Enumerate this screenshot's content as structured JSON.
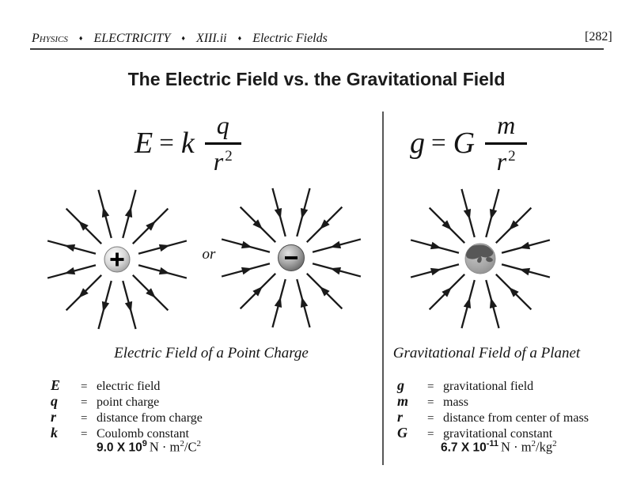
{
  "header": {
    "crumbs": [
      {
        "label": "Physics"
      },
      {
        "label": "ELECTRICITY"
      },
      {
        "label": "XIII.ii"
      },
      {
        "label": "Electric Fields"
      }
    ],
    "separator": "♦",
    "page_number": "[282]"
  },
  "title": "The Electric Field vs. the Gravitational Field",
  "electric": {
    "formula": {
      "lhs": "E",
      "equals": "=",
      "constant": "k",
      "numerator": "q",
      "denominator": "r",
      "exponent": "2"
    },
    "or_label": "or",
    "caption": "Electric Field of a Point Charge",
    "definitions": [
      {
        "symbol": "E",
        "eq": "=",
        "desc": "electric field"
      },
      {
        "symbol": "q",
        "eq": "=",
        "desc": "point charge"
      },
      {
        "symbol": "r",
        "eq": "=",
        "desc": "distance from charge"
      },
      {
        "symbol": "k",
        "eq": "=",
        "desc": "Coulomb constant"
      }
    ],
    "value": {
      "mantissa": "9.0 X 10",
      "exponent": "9",
      "unit_a": "N · m",
      "unit_a_sup": "2",
      "unit_b": "/C",
      "unit_b_sup": "2"
    }
  },
  "gravity": {
    "formula": {
      "lhs": "g",
      "equals": "=",
      "constant": "G",
      "numerator": "m",
      "denominator": "r",
      "exponent": "2"
    },
    "caption": "Gravitational Field of a Planet",
    "definitions": [
      {
        "symbol": "g",
        "eq": "=",
        "desc": "gravitational field"
      },
      {
        "symbol": "m",
        "eq": "=",
        "desc": "mass"
      },
      {
        "symbol": "r",
        "eq": "=",
        "desc": "distance from center of mass"
      },
      {
        "symbol": "G",
        "eq": "=",
        "desc": "gravitational constant"
      }
    ],
    "value": {
      "mantissa": "6.7 X 10",
      "exponent": "-11",
      "unit_a": "N · m",
      "unit_a_sup": "2",
      "unit_b": "/kg",
      "unit_b_sup": "2"
    }
  },
  "diagrams": [
    {
      "kind": "positive-point-charge",
      "center_symbol": "+",
      "arrow_direction": "outward",
      "radius": 16,
      "rim": "#7d7d7d",
      "gradient": [
        [
          "0%",
          "#ffffff"
        ],
        [
          "55%",
          "#d8d8d8"
        ],
        [
          "100%",
          "#9a9a9a"
        ]
      ]
    },
    {
      "kind": "negative-point-charge",
      "center_symbol": "−",
      "arrow_direction": "inward",
      "radius": 16.5,
      "rim": "#4c4c4c",
      "gradient": [
        [
          "0%",
          "#e2e2e2"
        ],
        [
          "50%",
          "#a8a8a8"
        ],
        [
          "100%",
          "#5e5e5e"
        ]
      ]
    },
    {
      "kind": "planet",
      "center_symbol": "",
      "arrow_direction": "inward",
      "radius": 19,
      "rim": "#8e8e8e",
      "gradient": [
        [
          "0%",
          "#c6c6c6"
        ],
        [
          "60%",
          "#a8a8a8"
        ],
        [
          "100%",
          "#8d8d8d"
        ]
      ],
      "landmasses": [
        "M77,90 Q79,79 90,78 Q103,76 109,84 Q114,88 108,92 Q101,95 96,92 Q88,97 81,95 Q77,94 77,90 Z",
        "M96,92 q2,5 -1,8 q-3,1 -4,-2 q0,-4 5,-6 Z",
        "M104,93 q6,0 7,4 q-3,4 -8,1 q-2,-3 1,-5 Z"
      ]
    }
  ],
  "colors": {
    "ink": "#141414",
    "divider": "#575757",
    "paper": "#ffffff",
    "rule": "#3c3c3c"
  }
}
